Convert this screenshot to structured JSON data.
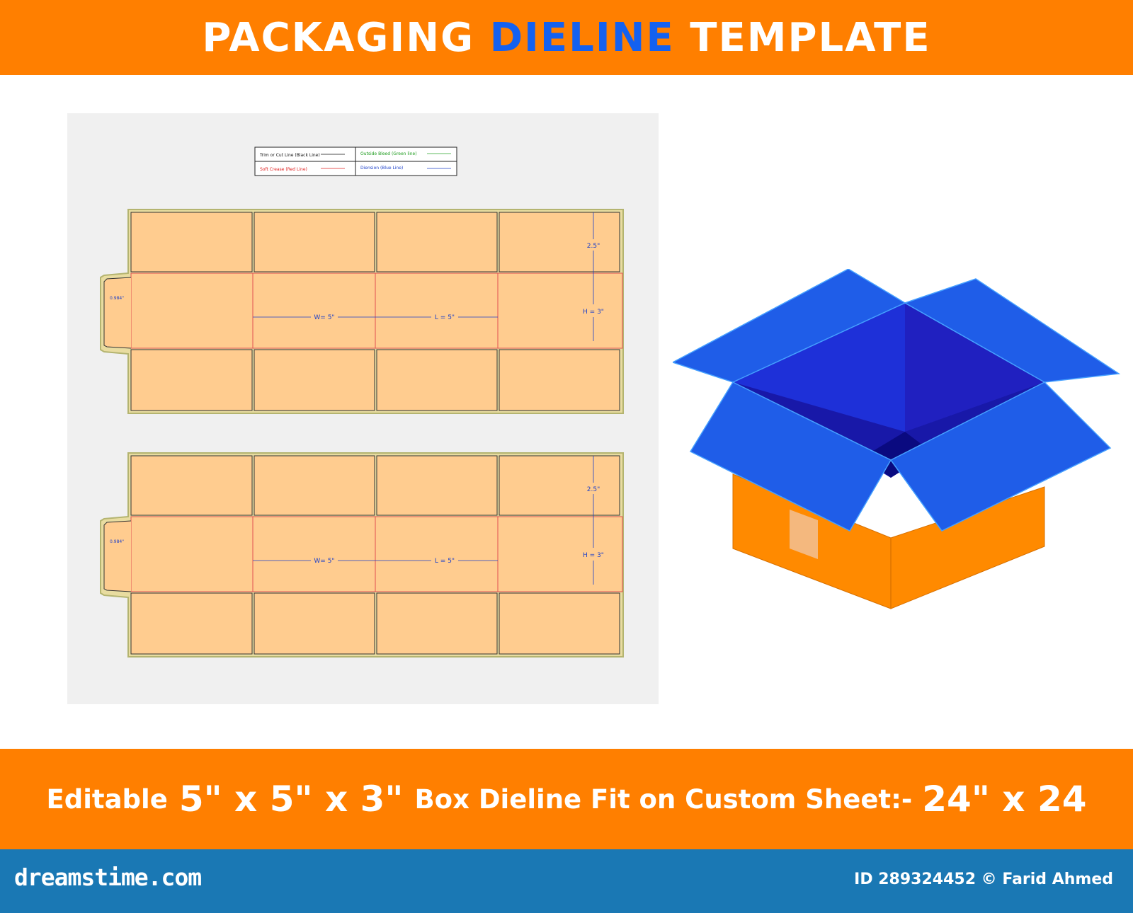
{
  "header": {
    "title_part1": "PACKAGING",
    "title_highlight": "DIELINE",
    "title_part2": "TEMPLATE"
  },
  "legend": {
    "trim": "Trim or Cut  Line (Black Line)",
    "bleed": "Outside Bleed (Green line)",
    "crease": "Soft Crease (Red  Line)",
    "dimension": "Diension (Blue Line)"
  },
  "dielines": [
    {
      "flap": "2.5\"",
      "height": "H = 3\"",
      "width": "W= 5\"",
      "length": "L = 5\"",
      "glue": "0.984\""
    },
    {
      "flap": "2.5\"",
      "height": "H = 3\"",
      "width": "W= 5\"",
      "length": "L = 5\"",
      "glue": "0.984\""
    }
  ],
  "caption": {
    "editable": "Editable",
    "dims": "5\" x 5\" x 3\"",
    "mid": "Box Dieline Fit on Custom Sheet:-",
    "sheet": "24\" x 24"
  },
  "footer": {
    "site": "dreamstime.com",
    "credit": "ID 289324452 © Farid Ahmed"
  },
  "colors": {
    "orange": "#ff7f00",
    "blue_accent": "#1461f0",
    "panel_fill": "#ffcc8f",
    "bleed_green": "#c8c878",
    "footer_blue": "#1a78b4"
  }
}
